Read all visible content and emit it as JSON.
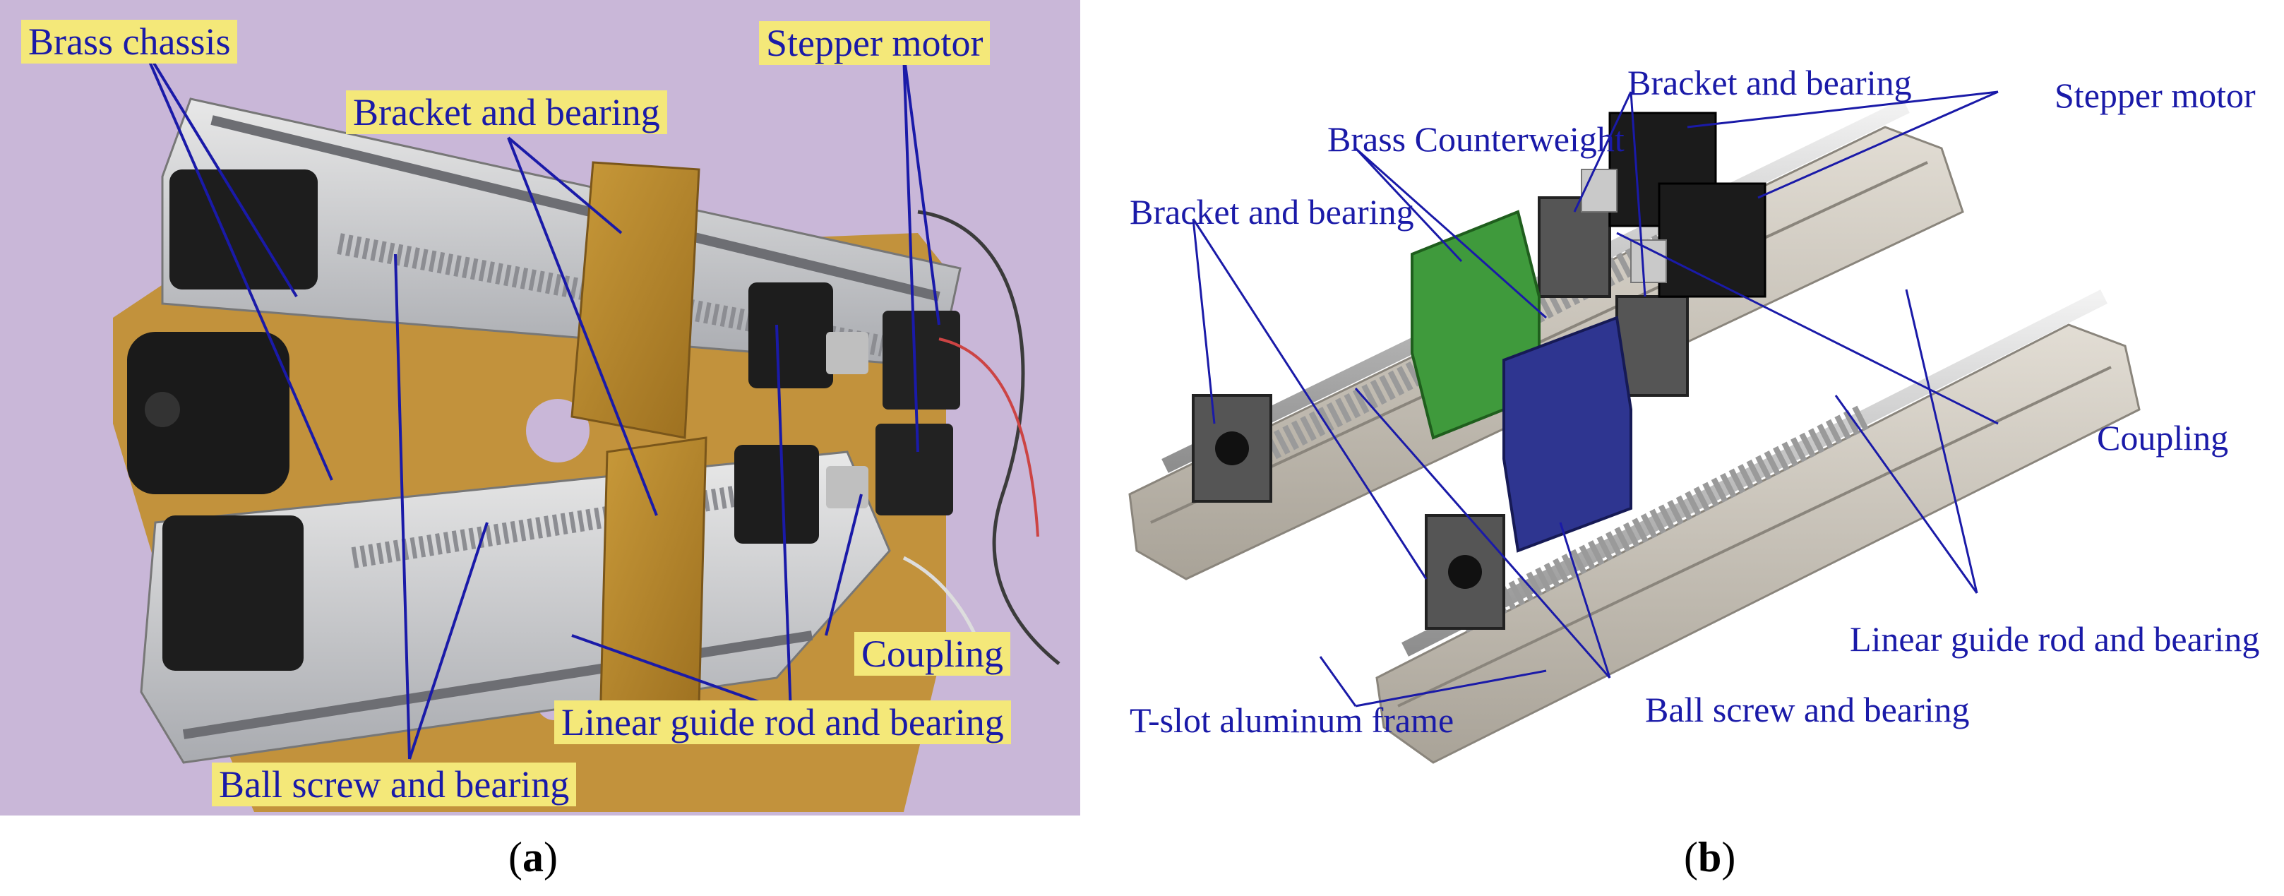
{
  "panel_a": {
    "labels": {
      "brass_chassis": "Brass chassis",
      "bracket_bearing": "Bracket and bearing",
      "stepper_motor": "Stepper motor",
      "coupling": "Coupling",
      "linear_guide": "Linear guide rod and bearing",
      "ball_screw": "Ball screw and bearing"
    },
    "caption_letter": "a",
    "colors": {
      "background": "#c9b7d8",
      "label_bg": "#f4e879",
      "label_text": "#1a1aa8",
      "brass": "#b88a2c"
    }
  },
  "panel_b": {
    "labels": {
      "bracket_bearing_top": "Bracket and bearing",
      "stepper_motor": "Stepper motor",
      "brass_counterweight": "Brass Counterweight",
      "bracket_bearing_left": "Bracket and bearing",
      "coupling": "Coupling",
      "linear_guide": "Linear guide rod and bearing",
      "tslot": "T-slot aluminum frame",
      "ball_screw": "Ball screw and bearing"
    },
    "caption_letter": "b",
    "colors": {
      "label_text": "#1a1aa8",
      "green_block": "#3f9a3c",
      "blue_block": "#2e3590",
      "frame": "#cfc8bd"
    }
  },
  "captions": {
    "open": "(",
    "close": ")"
  }
}
